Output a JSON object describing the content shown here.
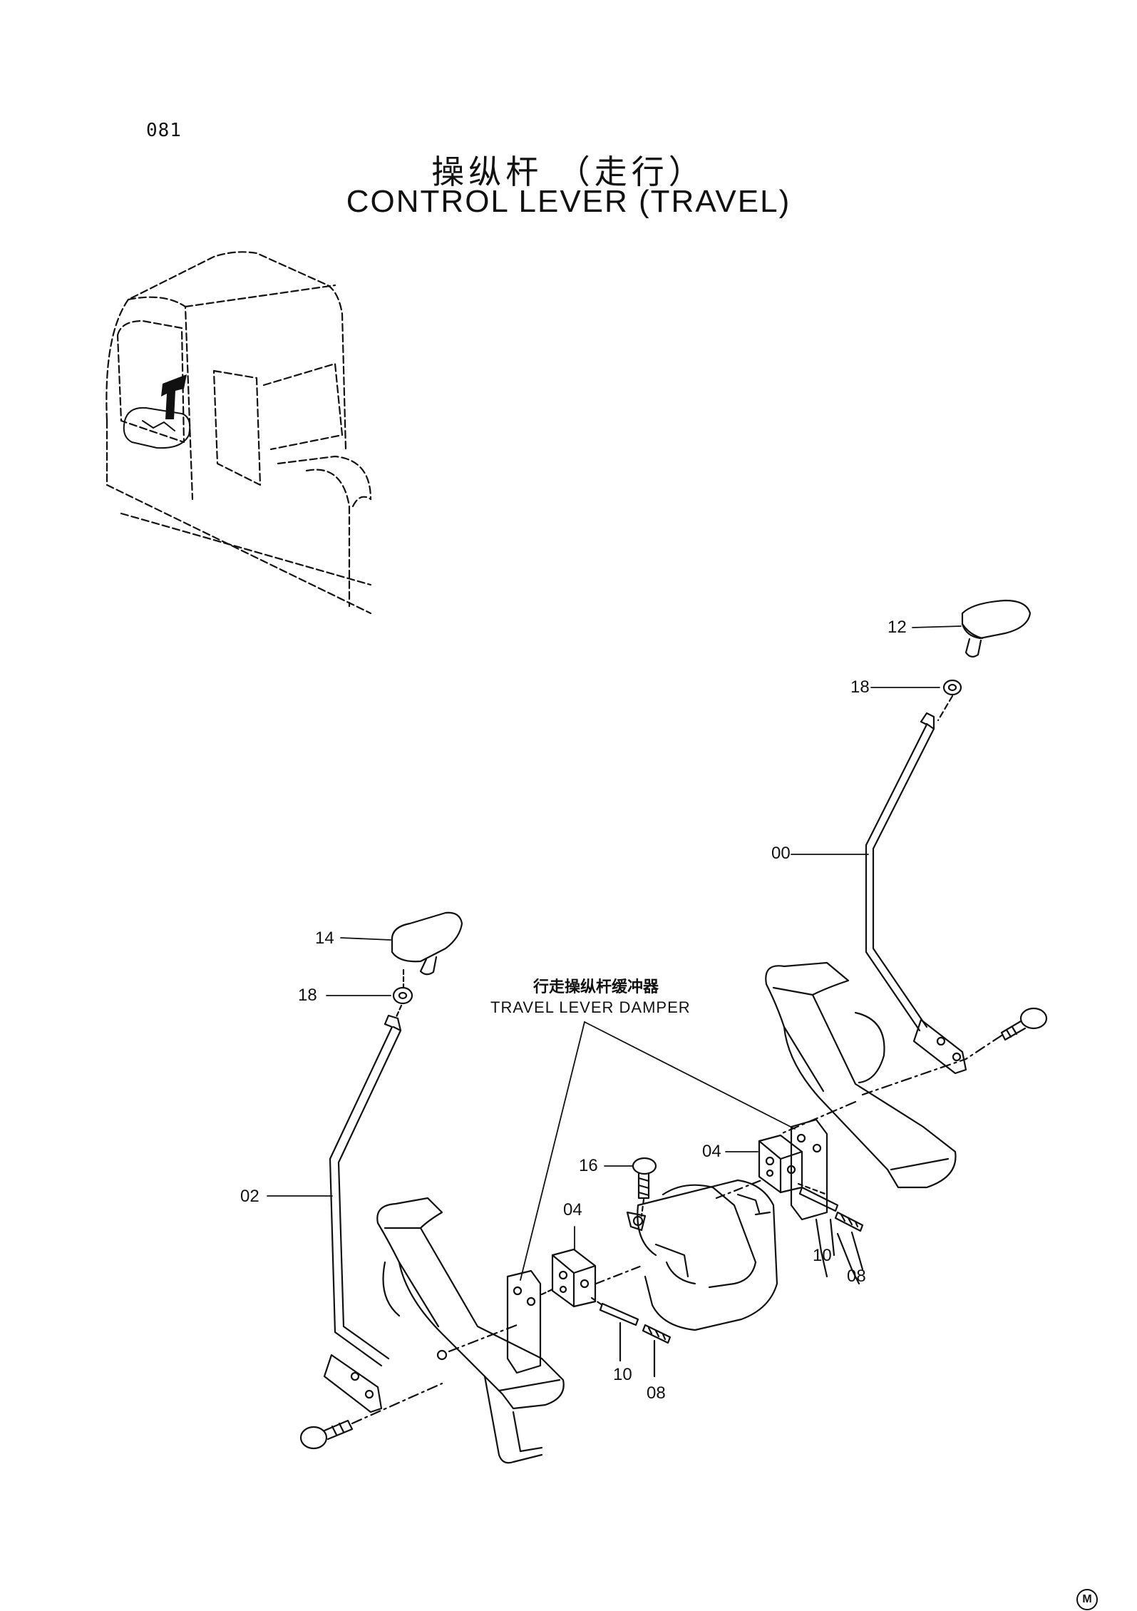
{
  "page_number": "081",
  "title_cn": "操纵杆 （走行）",
  "title_en": "CONTROL LEVER (TRAVEL)",
  "damper_label_cn": "行走操纵杆缓冲器",
  "damper_label_en": "TRAVEL LEVER DAMPER",
  "callouts": {
    "c12": "12",
    "c18_right": "18",
    "c00": "00",
    "c14": "14",
    "c18_left": "18",
    "c02": "02",
    "c16": "16",
    "c04_right": "04",
    "c04_left": "04",
    "c10_right": "10",
    "c08_right": "08",
    "c10_left": "10",
    "c08_left": "08"
  },
  "mark": "M"
}
